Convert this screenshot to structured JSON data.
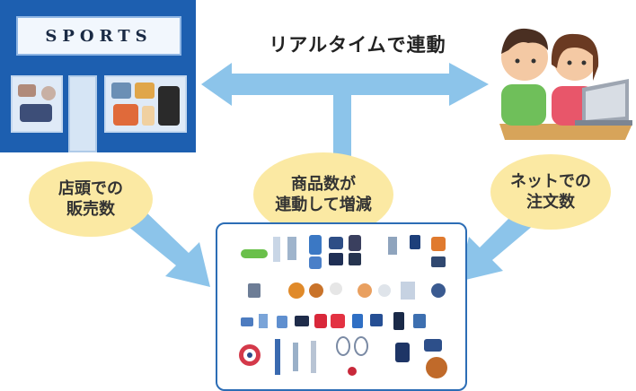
{
  "store": {
    "sign": "SPORTS"
  },
  "connection": {
    "label": "リアルタイムで連動"
  },
  "bubbles": {
    "store_sales_line1": "店頭での",
    "store_sales_line2": "販売数",
    "stock_line1": "商品数が",
    "stock_line2": "連動して増減",
    "net_orders_line1": "ネットでの",
    "net_orders_line2": "注文数"
  },
  "colors": {
    "arrow": "#8cc4ea",
    "bubble": "#fbe9a3",
    "store_blue": "#1d5fb0",
    "inventory_border": "#2c6db5"
  }
}
